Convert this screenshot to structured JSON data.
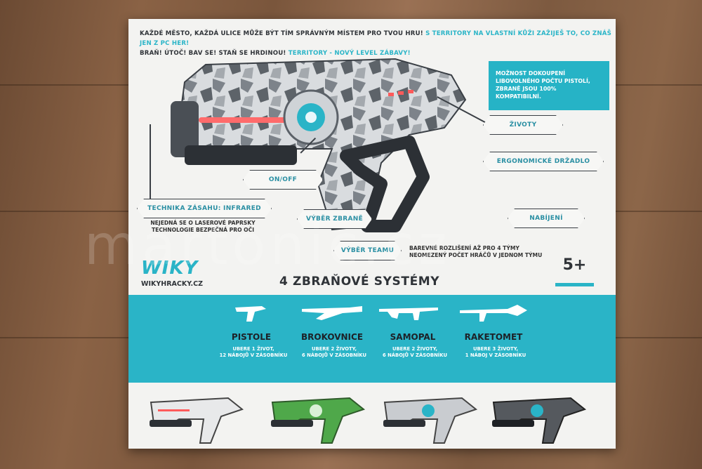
{
  "headline": {
    "line1_dark": "KAŽDÉ MĚSTO, KAŽDÁ ULICE MŮŽE BÝT TÍM SPRÁVNÝM MÍSTEM PRO TVOU HRU!",
    "line1_teal": "S TERRITORY NA VLASTNÍ KŮŽI ZAŽIJEŠ TO, CO ZNÁŠ JEN Z PC HER!",
    "line2_dark": "BRAŇ! ÚTOČ! BAV SE! STAŇ SE HRDINOU!",
    "line2_teal": "TERRITORY - NOVÝ LEVEL ZÁBAVY!"
  },
  "info_box": "MOŽNOST DOKOUPENÍ LIBOVOLNÉHO POČTU PISTOLÍ, ZBRANĚ JSOU 100% KOMPATIBILNÍ.",
  "labels": {
    "lives": "ŽIVOTY",
    "grip": "ERGONOMICKÉ DRŽADLO",
    "onoff": "ON/OFF",
    "infrared": "TECHNIKA ZÁSAHU: INFRARED",
    "weapon_select": "VÝBĚR ZBRANĚ",
    "reload": "NABÍJENÍ",
    "team_select": "VÝBĚR TEAMU"
  },
  "notes": {
    "infrared_1": "NEJEDNÁ SE O LASEROVÉ PAPRSKY",
    "infrared_2": "TECHNOLOGIE BEZPEČNÁ PRO OČI",
    "team_1": "BAREVNÉ ROZLIŠENÍ AŽ PRO 4 TÝMY",
    "team_2": "NEOMEZENÝ POČET HRÁČŮ V JEDNOM TÝMU"
  },
  "brand": {
    "logo": "WIKY",
    "site": "WIKYHRACKY.CZ"
  },
  "title": "4 ZBRAŇOVÉ SYSTÉMY",
  "age": "5+",
  "weapons": [
    {
      "name": "PISTOLE",
      "line1": "UBERE 1 ŽIVOT,",
      "line2": "12 NÁBOJŮ V ZÁSOBNÍKU"
    },
    {
      "name": "BROKOVNICE",
      "line1": "UBERE 2 ŽIVOTY,",
      "line2": "6 NÁBOJŮ V ZÁSOBNÍKU"
    },
    {
      "name": "SAMOPAL",
      "line1": "UBERE 2 ŽIVOTY,",
      "line2": "6 NÁBOJŮ V ZÁSOBNÍKU"
    },
    {
      "name": "RAKETOMET",
      "line1": "UBERE 3 ŽIVOTY,",
      "line2": "1 NÁBOJ V ZÁSOBNÍKU"
    }
  ],
  "watermark": "martonic.cz",
  "colors": {
    "teal": "#2ab4c7",
    "dark": "#2f3338",
    "wood": "#7a563c"
  }
}
